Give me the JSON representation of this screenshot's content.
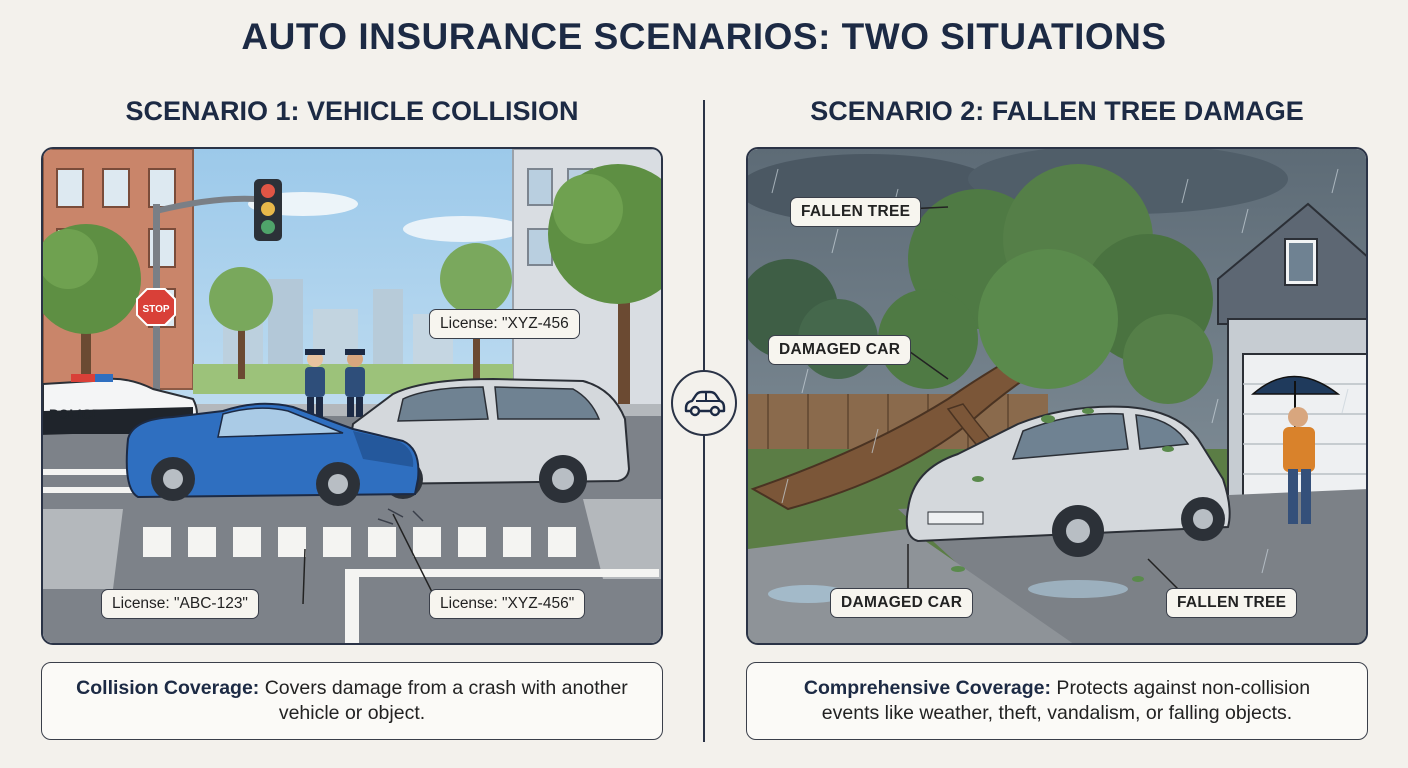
{
  "title": "AUTO INSURANCE SCENARIOS: TWO SITUATIONS",
  "scenario1": {
    "title": "SCENARIO 1: VEHICLE COLLISION",
    "police_text": "POLICE",
    "stop_sign_text": "STOP",
    "callouts": {
      "top_license": "License: \"XYZ-456",
      "bottom_left_license": "License: \"ABC-123\"",
      "bottom_right_license": "License: \"XYZ-456\""
    },
    "caption": {
      "term": "Collision Coverage:",
      "text": " Covers damage from a crash with another vehicle or object."
    }
  },
  "scenario2": {
    "title": "SCENARIO 2: FALLEN TREE DAMAGE",
    "callouts": {
      "top_tree": "FALLEN TREE",
      "mid_car": "DAMAGED CAR",
      "bottom_car": "DAMAGED CAR",
      "bottom_tree": "FALLEN TREE"
    },
    "caption": {
      "term": "Comprehensive Coverage:",
      "text": " Protects against non-collision events like weather, theft, vandalism, or falling objects."
    }
  },
  "center_icon": "car-icon",
  "colors": {
    "navy": "#1c2a44",
    "background": "#f3f1ec",
    "blue_car": "#2f6fc0",
    "silver_car": "#d4d8dc",
    "tree_green": "#4f7a44"
  }
}
